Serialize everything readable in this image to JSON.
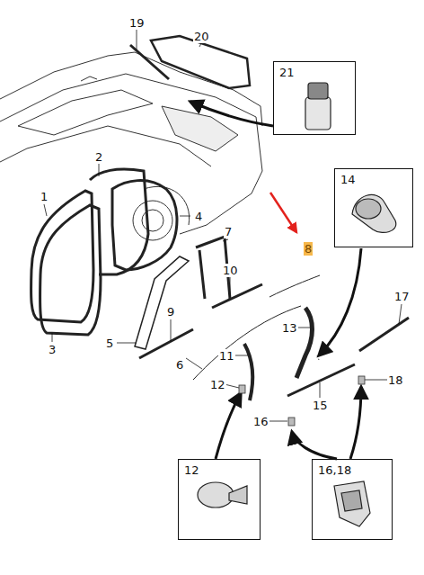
{
  "diagram": {
    "nodes": [
      {
        "text": [
          "21"
        ]
      },
      {
        "text": [
          "14"
        ]
      },
      {
        "text": [
          "12"
        ]
      },
      {
        "text": [
          "16,18"
        ]
      }
    ],
    "labels": [
      "19",
      "20",
      "2",
      "1",
      "4",
      "7",
      "8",
      "10",
      "9",
      "13",
      "17",
      "3",
      "5",
      "6",
      "11",
      "12",
      "18",
      "15",
      "16"
    ]
  }
}
